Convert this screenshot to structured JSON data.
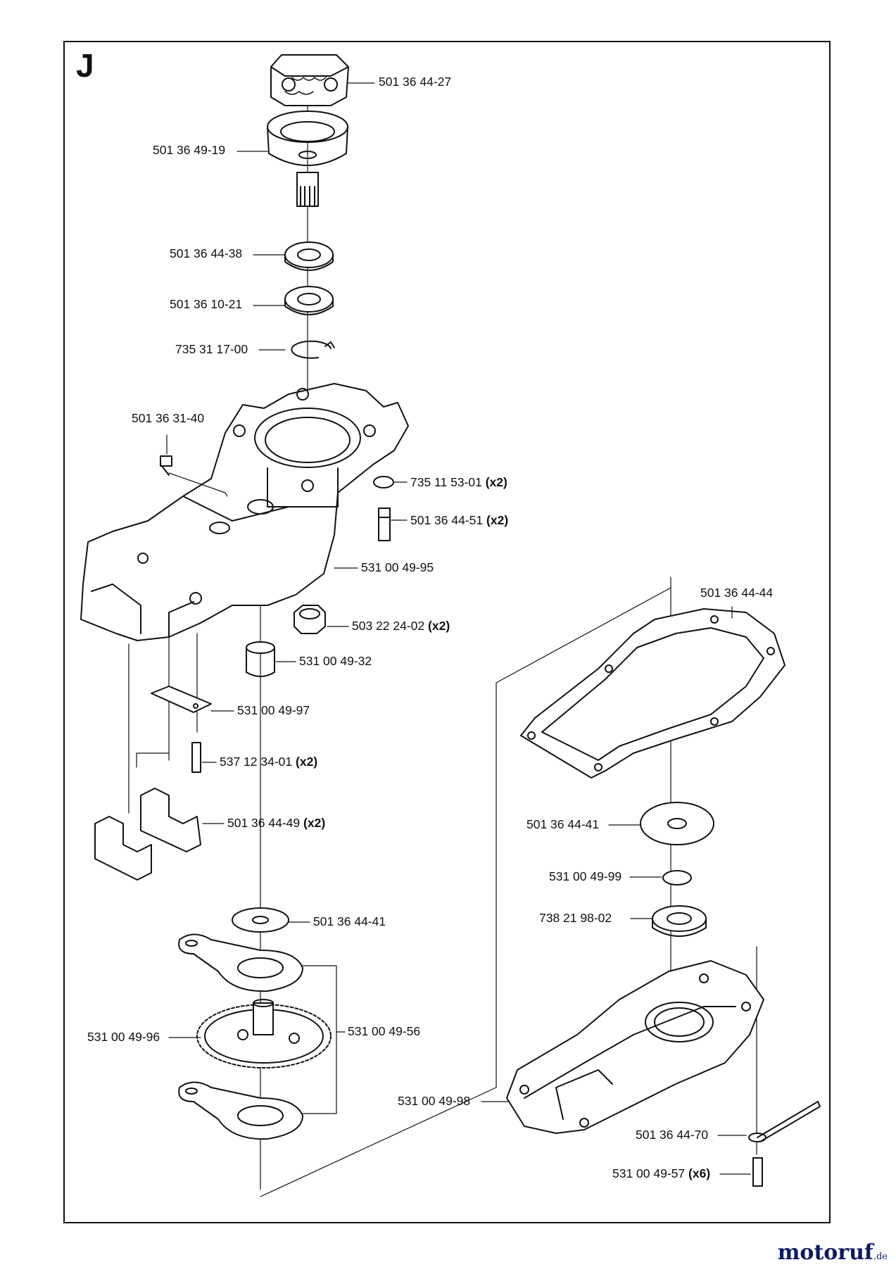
{
  "section": "J",
  "parts": [
    {
      "number": "501 36 44-27",
      "qty": ""
    },
    {
      "number": "501 36 49-19",
      "qty": ""
    },
    {
      "number": "501 36 44-38",
      "qty": ""
    },
    {
      "number": "501 36 10-21",
      "qty": ""
    },
    {
      "number": "735 31 17-00",
      "qty": ""
    },
    {
      "number": "501 36 31-40",
      "qty": ""
    },
    {
      "number": "735 11 53-01",
      "qty": "(x2)"
    },
    {
      "number": "501 36 44-51",
      "qty": "(x2)"
    },
    {
      "number": "531 00 49-95",
      "qty": ""
    },
    {
      "number": "503 22 24-02",
      "qty": "(x2)"
    },
    {
      "number": "531 00 49-32",
      "qty": ""
    },
    {
      "number": "531 00 49-97",
      "qty": ""
    },
    {
      "number": "537 12 34-01",
      "qty": "(x2)"
    },
    {
      "number": "501 36 44-49",
      "qty": "(x2)"
    },
    {
      "number": "501 36 44-41",
      "qty": ""
    },
    {
      "number": "531 00 49-96",
      "qty": ""
    },
    {
      "number": "531 00 49-56",
      "qty": ""
    },
    {
      "number": "501 36 44-44",
      "qty": ""
    },
    {
      "number": "501 36 44-41",
      "qty": ""
    },
    {
      "number": "531 00 49-99",
      "qty": ""
    },
    {
      "number": "738 21 98-02",
      "qty": ""
    },
    {
      "number": "531 00 49-98",
      "qty": ""
    },
    {
      "number": "501 36 44-70",
      "qty": ""
    },
    {
      "number": "531 00 49-57",
      "qty": "(x6)"
    }
  ],
  "watermark": {
    "text": "motoruf",
    "tld": ".de"
  },
  "colors": {
    "ink": "#111111",
    "watermark": "#0d1a63"
  }
}
